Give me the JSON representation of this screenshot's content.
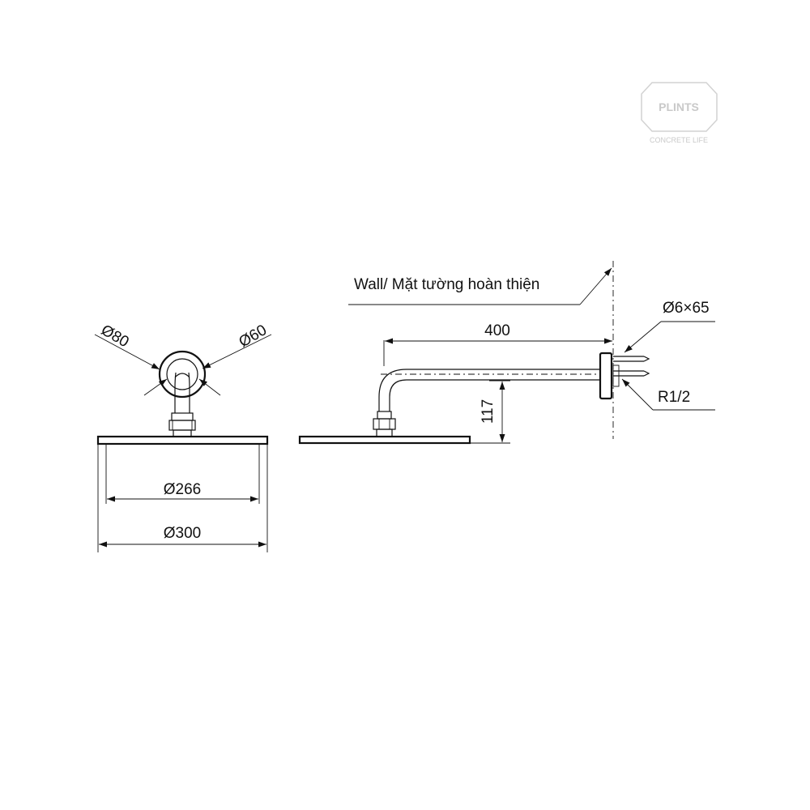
{
  "labels": {
    "wall": "Wall/ Mặt tường hoàn thiện",
    "d80": "Ø80",
    "d60": "Ø60",
    "d266": "Ø266",
    "d300": "Ø300",
    "len400": "400",
    "h117": "117",
    "screw": "Ø6×65",
    "thread": "R1/2"
  },
  "watermark": {
    "brand": "PLINTS",
    "tagline": "CONCRETE LIFE"
  },
  "colors": {
    "line": "#111111",
    "watermark": "#c9c9c9"
  }
}
